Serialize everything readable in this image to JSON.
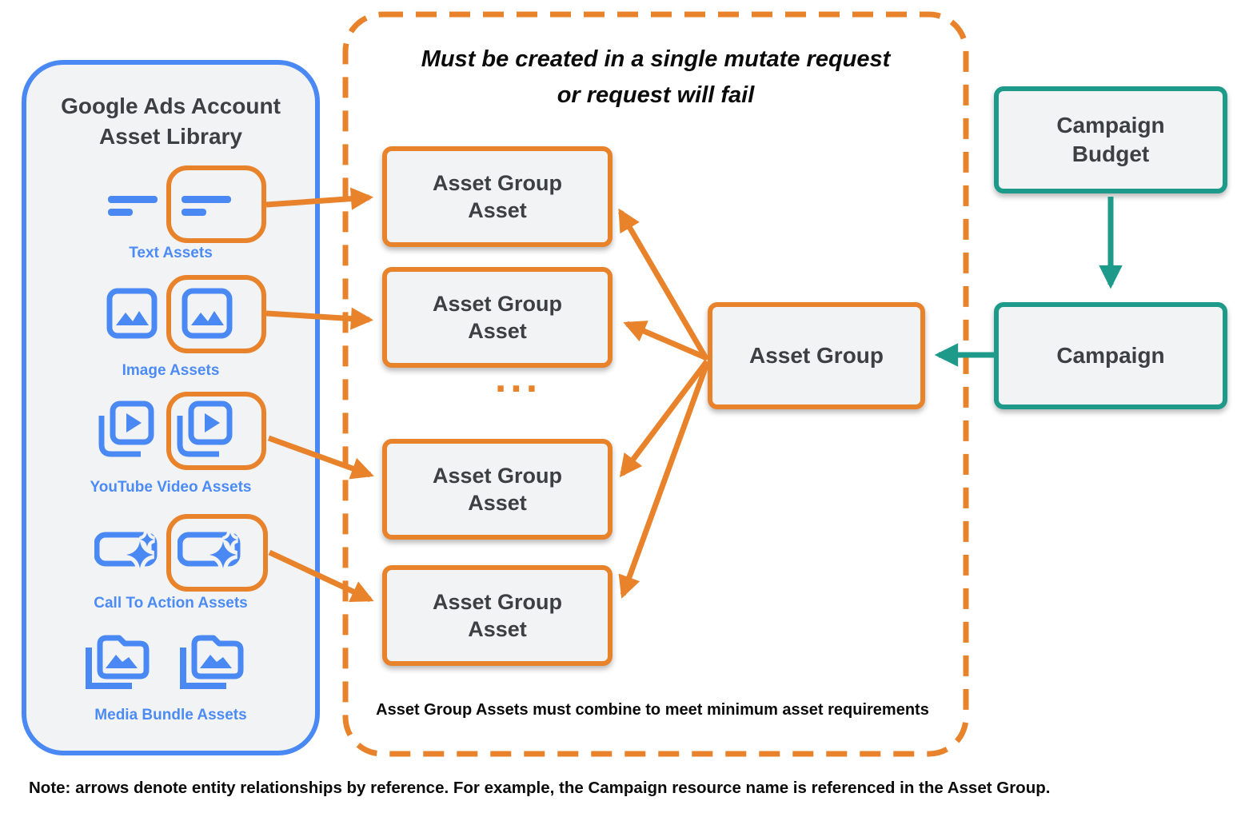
{
  "left_panel": {
    "title_line1": "Google Ads Account",
    "title_line2": "Asset Library",
    "items": [
      {
        "icon": "text-asset-icon",
        "label": "Text Assets"
      },
      {
        "icon": "image-asset-icon",
        "label": "Image Assets"
      },
      {
        "icon": "youtube-video-asset-icon",
        "label": "YouTube Video  Assets"
      },
      {
        "icon": "call-to-action-asset-icon",
        "label": "Call To Action Assets"
      },
      {
        "icon": "media-bundle-asset-icon",
        "label": "Media Bundle  Assets"
      }
    ]
  },
  "mutate_group": {
    "title_line1": "Must be created in a single mutate request",
    "title_line2": "or request will fail",
    "boxes": [
      "Asset Group Asset",
      "Asset Group Asset",
      "Asset Group Asset",
      "Asset Group Asset"
    ],
    "ellipsis": "...",
    "footnote": "Asset Group Assets must combine to meet minimum asset requirements"
  },
  "nodes": {
    "asset_group": "Asset Group",
    "campaign_budget": "Campaign Budget",
    "campaign": "Campaign"
  },
  "note": "Note: arrows denote entity relationships by reference. For example, the Campaign resource name is referenced in the Asset Group.",
  "colors": {
    "orange": "#E8832C",
    "blue": "#4A89F3",
    "teal": "#1D9A8A",
    "box_fill": "#F1F3F4",
    "dark_text": "#3C4043"
  }
}
